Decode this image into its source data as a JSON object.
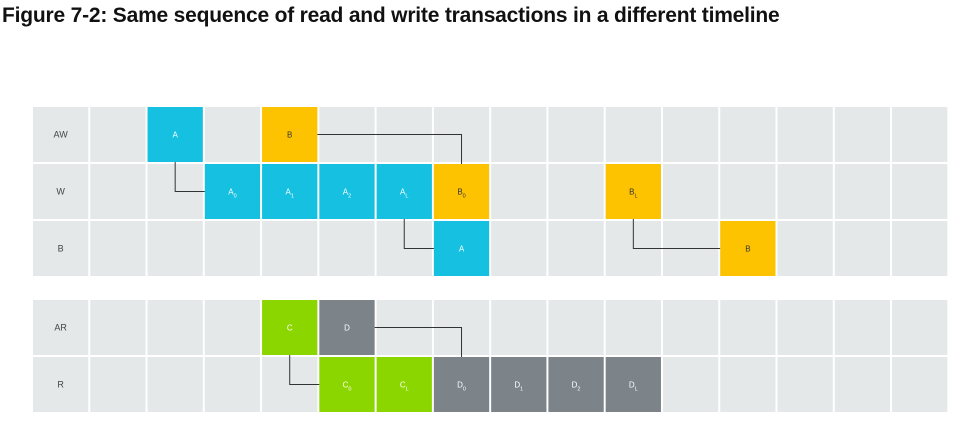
{
  "title": "Figure 7-2: Same sequence of read and write transactions in a different timeline",
  "colors": {
    "grid": "#e4e8e9",
    "line": "#333333",
    "A": "#16c0e0",
    "B": "#fdc300",
    "C": "#8cd600",
    "D": "#7c8389"
  },
  "groups": [
    {
      "rows": [
        {
          "label": "AW",
          "cells": [
            {
              "col": 2,
              "text": "A",
              "color": "A"
            },
            {
              "col": 4,
              "text": "B",
              "color": "B"
            }
          ]
        },
        {
          "label": "W",
          "cells": [
            {
              "col": 3,
              "text": "A",
              "sub": "0",
              "color": "A"
            },
            {
              "col": 4,
              "text": "A",
              "sub": "1",
              "color": "A"
            },
            {
              "col": 5,
              "text": "A",
              "sub": "2",
              "color": "A"
            },
            {
              "col": 6,
              "text": "A",
              "sub": "L",
              "color": "A"
            },
            {
              "col": 7,
              "text": "B",
              "sub": "0",
              "color": "B"
            },
            {
              "col": 10,
              "text": "B",
              "sub": "L",
              "color": "B"
            }
          ]
        },
        {
          "label": "B",
          "cells": [
            {
              "col": 7,
              "text": "A",
              "color": "A"
            },
            {
              "col": 12,
              "text": "B",
              "color": "B"
            }
          ]
        }
      ]
    },
    {
      "rows": [
        {
          "label": "AR",
          "cells": [
            {
              "col": 4,
              "text": "C",
              "color": "C"
            },
            {
              "col": 5,
              "text": "D",
              "color": "D"
            }
          ]
        },
        {
          "label": "R",
          "cells": [
            {
              "col": 5,
              "text": "C",
              "sub": "0",
              "color": "C"
            },
            {
              "col": 6,
              "text": "C",
              "sub": "L",
              "color": "C"
            },
            {
              "col": 7,
              "text": "D",
              "sub": "0",
              "color": "D"
            },
            {
              "col": 8,
              "text": "D",
              "sub": "1",
              "color": "D"
            },
            {
              "col": 9,
              "text": "D",
              "sub": "2",
              "color": "D"
            },
            {
              "col": 10,
              "text": "D",
              "sub": "L",
              "color": "D"
            }
          ]
        }
      ]
    }
  ],
  "connectors": [
    {
      "from": [
        0,
        0,
        2
      ],
      "to": [
        0,
        1,
        3
      ],
      "style": "down-right"
    },
    {
      "from": [
        0,
        0,
        4
      ],
      "to": [
        0,
        1,
        7
      ],
      "style": "right-down"
    },
    {
      "from": [
        0,
        1,
        6
      ],
      "to": [
        0,
        2,
        7
      ],
      "style": "down-right"
    },
    {
      "from": [
        0,
        1,
        10
      ],
      "to": [
        0,
        2,
        12
      ],
      "style": "down-right"
    },
    {
      "from": [
        1,
        0,
        4
      ],
      "to": [
        1,
        1,
        5
      ],
      "style": "down-right"
    },
    {
      "from": [
        1,
        0,
        5
      ],
      "to": [
        1,
        1,
        7
      ],
      "style": "right-down"
    }
  ]
}
